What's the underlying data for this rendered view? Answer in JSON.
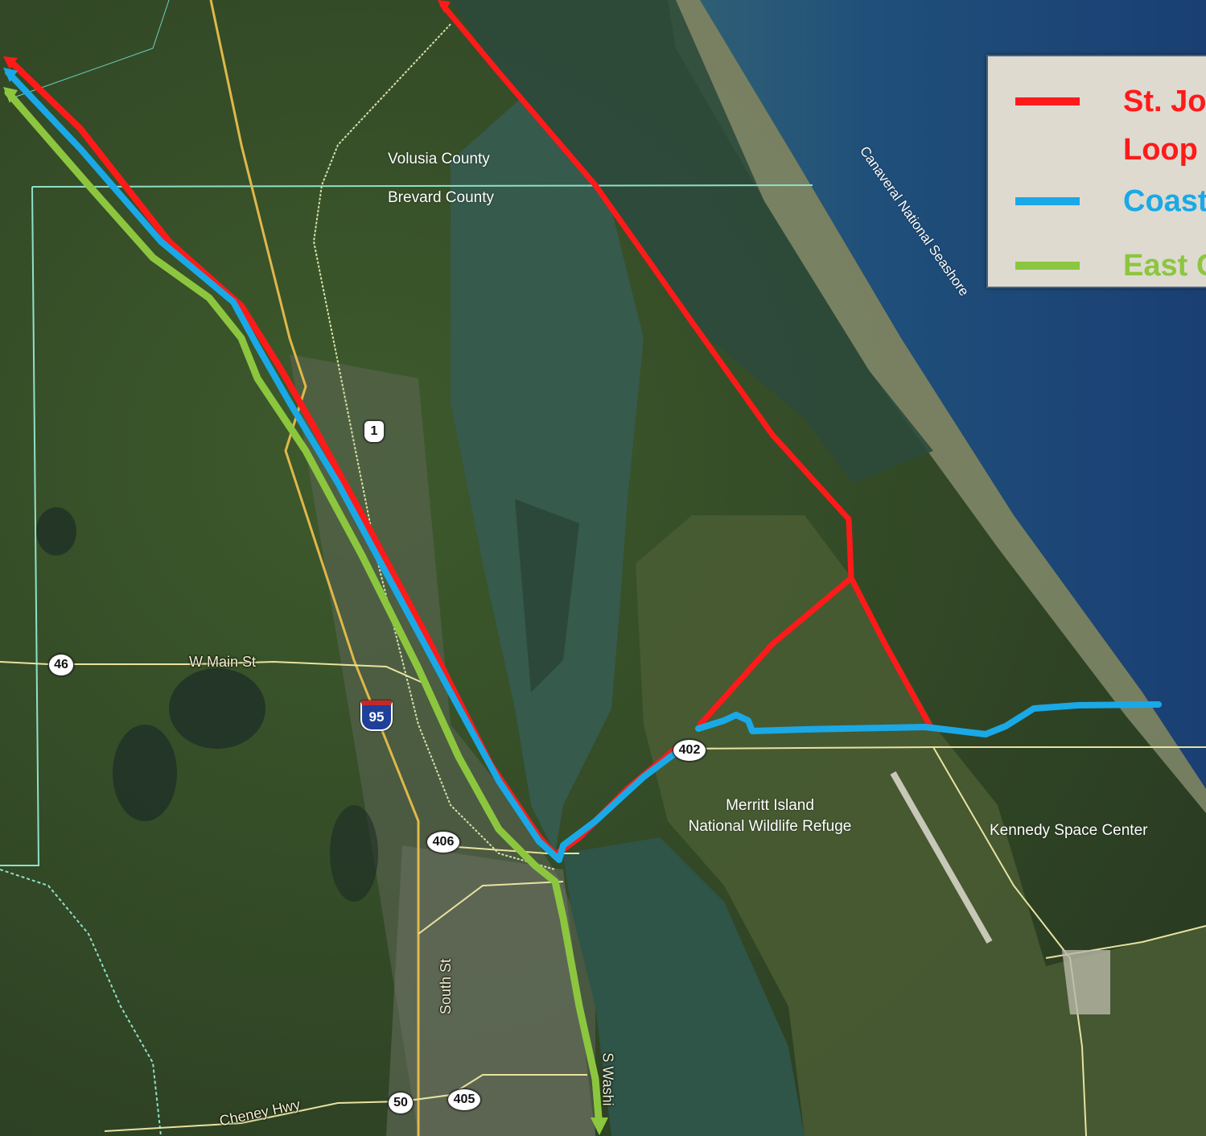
{
  "colors": {
    "route_red": "#ff1a1a",
    "route_blue": "#1aa9e6",
    "route_green": "#8cc63f",
    "county_line": "#8fe0c8",
    "road": "#e8e2a0",
    "interstate": "#e0b84a"
  },
  "legend": {
    "items": [
      {
        "label": "St. Jo",
        "color": "#ff1a1a"
      },
      {
        "label": "Loop",
        "color": "#ff1a1a"
      },
      {
        "label": "Coast",
        "color": "#1aa9e6"
      },
      {
        "label": "East C",
        "color": "#8cc63f"
      }
    ]
  },
  "labels": {
    "volusia": "Volusia County",
    "brevard": "Brevard County",
    "seashore": "Canaveral National Seashore",
    "merritt": "Merritt Island\nNational Wildlife Refuge",
    "kennedy": "Kennedy Space Center",
    "w_main": "W Main St",
    "south_st": "South St",
    "cheney": "Cheney Hwy",
    "s_wash": "S Washi"
  },
  "shields": {
    "sr46": "46",
    "i95": "95",
    "us1": "1",
    "sr406": "406",
    "sr402": "402",
    "sr50": "50",
    "sr405": "405"
  }
}
